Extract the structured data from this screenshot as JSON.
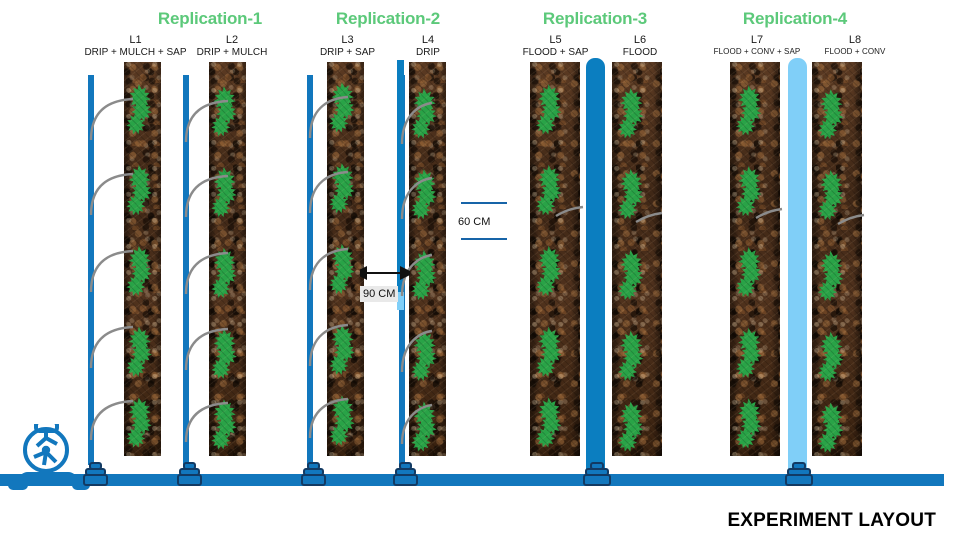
{
  "footer": {
    "title": "EXPERIMENT LAYOUT"
  },
  "colors": {
    "replication_title_green": "#5cc97a",
    "pipe_blue": "#1277bd",
    "pipe_outline_navy": "#123a63",
    "flood_channel_dark": "#0b7ec0",
    "flood_channel_light": "#80cff8",
    "drip_tube_gray": "#8b8b8b",
    "soil_brown": "#4a2f1d",
    "leaf_green": "#29a347",
    "dimension_line_blue": "#1764a8",
    "label_box_gray": "#e9e9e9",
    "text_black": "#1a1a1a",
    "background": "#ffffff"
  },
  "replications": [
    {
      "name": "Replication-1"
    },
    {
      "name": "Replication-2"
    },
    {
      "name": "Replication-3"
    },
    {
      "name": "Replication-4"
    }
  ],
  "plots": [
    {
      "code": "L1",
      "treatment": "DRIP + MULCH + SAP",
      "irrigation": "drip",
      "replication": "Replication-1"
    },
    {
      "code": "L2",
      "treatment": "DRIP + MULCH",
      "irrigation": "drip",
      "replication": "Replication-1"
    },
    {
      "code": "L3",
      "treatment": "DRIP + SAP",
      "irrigation": "drip",
      "replication": "Replication-2"
    },
    {
      "code": "L4",
      "treatment": "DRIP",
      "irrigation": "drip",
      "replication": "Replication-2"
    },
    {
      "code": "L5",
      "treatment": "FLOOD + SAP",
      "irrigation": "flood",
      "replication": "Replication-3"
    },
    {
      "code": "L6",
      "treatment": "FLOOD",
      "irrigation": "flood",
      "replication": "Replication-3"
    },
    {
      "code": "L7",
      "treatment": "FLOOD + CONV + SAP",
      "irrigation": "flood-conv",
      "replication": "Replication-4"
    },
    {
      "code": "L8",
      "treatment": "FLOOD + CONV",
      "irrigation": "flood-conv",
      "replication": "Replication-4"
    }
  ],
  "dimensions": {
    "row_spacing": "60 CM",
    "plant_spacing": "90 CM"
  },
  "icons": {
    "pump": "water-pump-icon",
    "valve": "tee-valve-icon"
  }
}
